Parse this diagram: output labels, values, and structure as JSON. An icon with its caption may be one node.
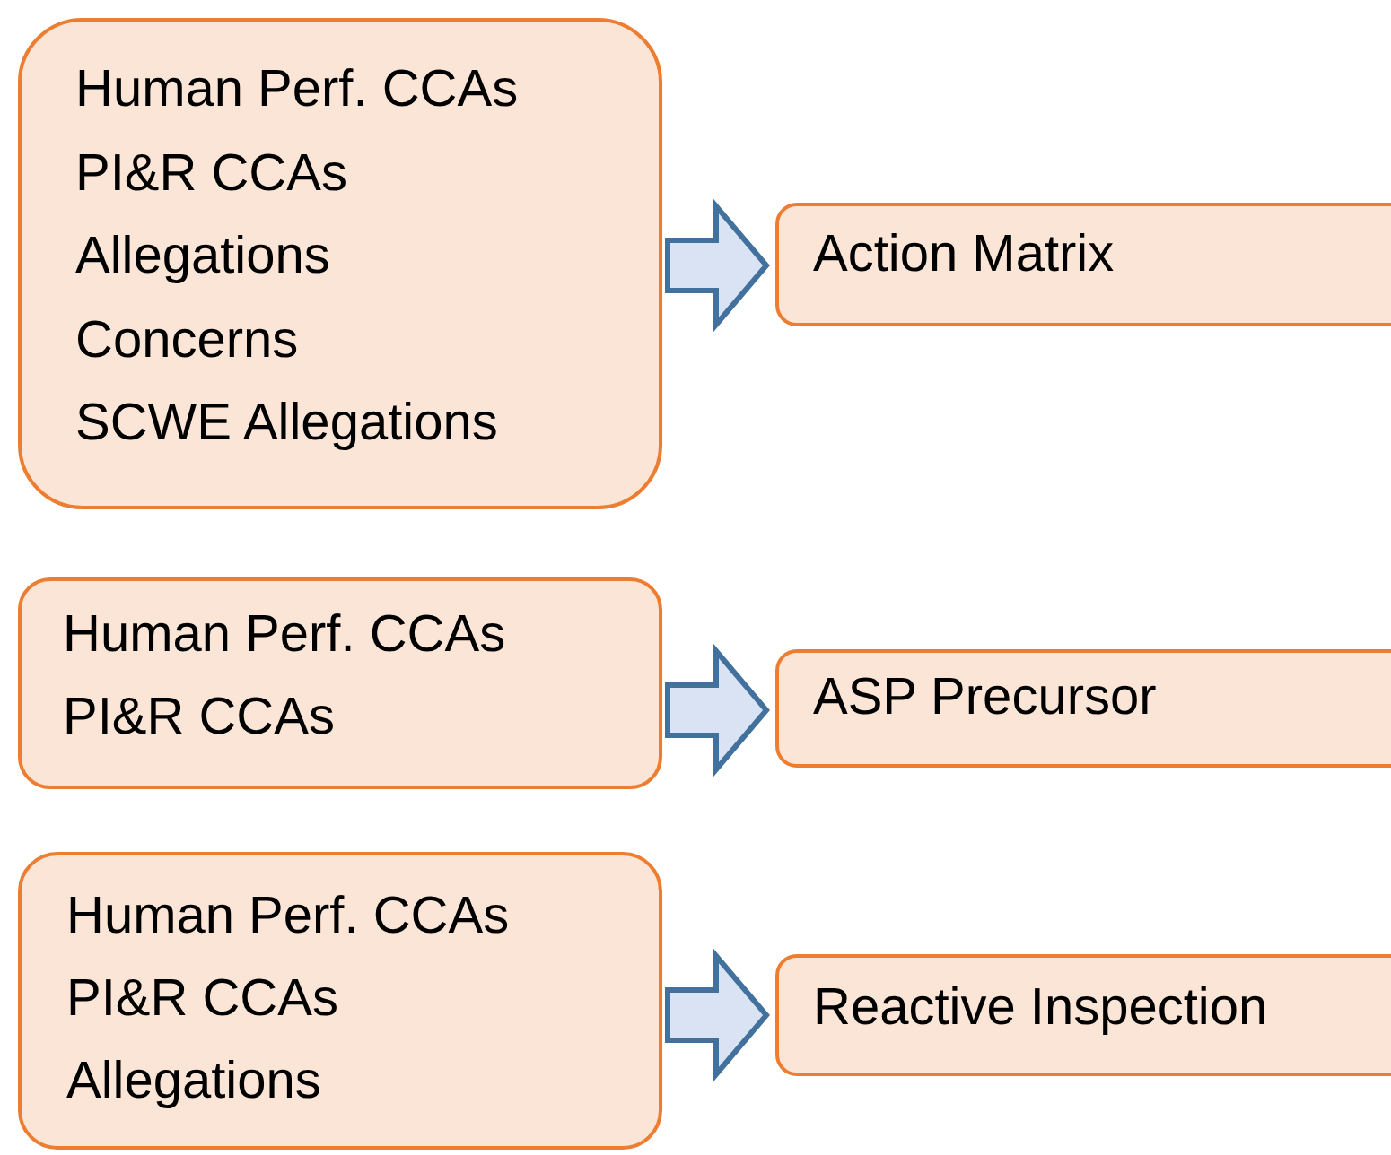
{
  "diagram": {
    "nodes": [
      {
        "text": [
          "Human Perf. CCAs",
          "PI&R CCAs",
          "Allegations",
          "Concerns",
          "SCWE Allegations"
        ]
      },
      {
        "text": [
          "Action Matrix"
        ]
      },
      {
        "text": [
          "Human Perf. CCAs",
          "PI&R CCAs"
        ]
      },
      {
        "text": [
          "ASP Precursor"
        ]
      },
      {
        "text": [
          "Human Perf. CCAs",
          "PI&R CCAs",
          "Allegations"
        ]
      },
      {
        "text": [
          "Reactive Inspection"
        ]
      }
    ],
    "edges": [
      {
        "from": 0,
        "to": 1,
        "arrow": "to",
        "style": "thick"
      },
      {
        "from": 2,
        "to": 3,
        "arrow": "to",
        "style": "thick"
      },
      {
        "from": 4,
        "to": 5,
        "arrow": "to",
        "style": "thick"
      }
    ]
  }
}
